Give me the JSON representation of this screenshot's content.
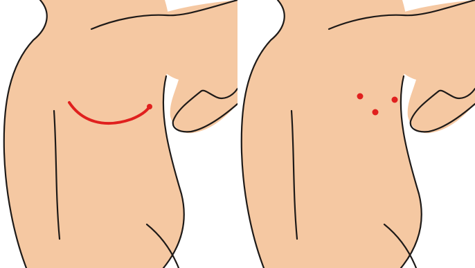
{
  "figure": {
    "panels": [
      {
        "id": "left",
        "marking": "curved-incision-line"
      },
      {
        "id": "right",
        "marking": "three-port-sites"
      }
    ]
  },
  "colors": {
    "background": "#ffffff",
    "skin": "#f5c8a2",
    "outline": "#1e1a18",
    "marking": "#e0201e"
  }
}
